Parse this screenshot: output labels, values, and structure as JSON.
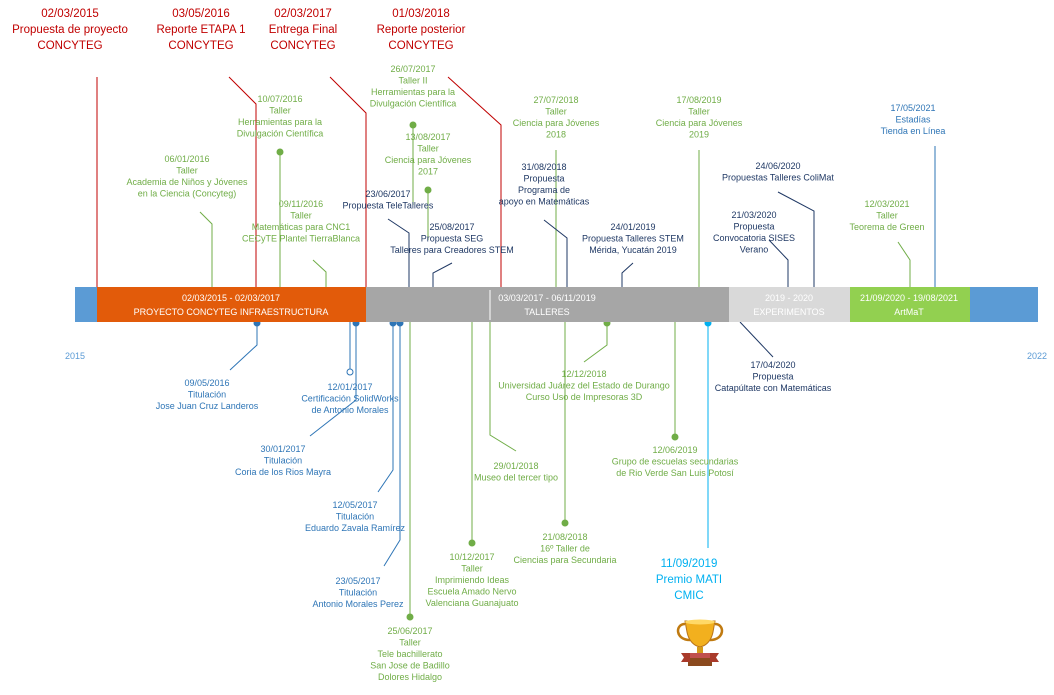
{
  "colors": {
    "red": "#c00000",
    "green": "#70ad47",
    "blue": "#2e75b6",
    "navy": "#1f3864",
    "cyan": "#00b0f0",
    "bar_base": "#5b9bd5",
    "orange": "#e25b0a",
    "gray": "#a6a6a6",
    "light_gray": "#d9d9d9",
    "bright_green": "#92d050"
  },
  "axis": {
    "start_label": "2015",
    "end_label": "2022"
  },
  "segments": [
    {
      "id": "concyteg",
      "dates": "02/03/2015 - 02/03/2017",
      "name": "PROYECTO CONCYTEG INFRAESTRUCTURA"
    },
    {
      "id": "talleres",
      "dates": "03/03/2017 - 06/11/2019",
      "name": "TALLERES"
    },
    {
      "id": "experimentos",
      "dates": "2019 - 2020",
      "name": "EXPERIMENTOS"
    },
    {
      "id": "artmat",
      "dates": "21/09/2020 - 19/08/2021",
      "name": "ArtMaT"
    }
  ],
  "events": [
    {
      "id": "ev-propuesta-concyteg",
      "lines": [
        "02/03/2015",
        "Propuesta de proyecto",
        "CONCYTEG"
      ]
    },
    {
      "id": "ev-reporte-etapa1",
      "lines": [
        "03/05/2016",
        "Reporte ETAPA 1",
        "CONCYTEG"
      ]
    },
    {
      "id": "ev-entrega-final",
      "lines": [
        "02/03/2017",
        "Entrega Final",
        "CONCYTEG"
      ]
    },
    {
      "id": "ev-reporte-posterior",
      "lines": [
        "01/03/2018",
        "Reporte posterior",
        "CONCYTEG"
      ]
    },
    {
      "id": "ev-taller-herramientas-2017",
      "lines": [
        "26/07/2017",
        "Taller II",
        "Herramientas para la",
        "Divulgación Científica"
      ]
    },
    {
      "id": "ev-taller-herramientas-2016",
      "lines": [
        "10/07/2016",
        "Taller",
        "Herramientas para la",
        "Divulgación Científica"
      ]
    },
    {
      "id": "ev-taller-academia",
      "lines": [
        "06/01/2016",
        "Taller",
        "Academia de Niños y Jóvenes",
        "en la Ciencia (Concyteg)"
      ]
    },
    {
      "id": "ev-taller-ciencia-2017",
      "lines": [
        "13/08/2017",
        "Taller",
        "Ciencia para Jóvenes",
        "2017"
      ]
    },
    {
      "id": "ev-taller-matematicas-cnc1",
      "lines": [
        "09/11/2016",
        "Taller",
        "Matemáticas para CNC1",
        "CECyTE Plantel TierraBlanca"
      ]
    },
    {
      "id": "ev-propuesta-teletalleres",
      "lines": [
        "23/06/2017",
        "Propuesta TeleTalleres"
      ]
    },
    {
      "id": "ev-propuesta-seg",
      "lines": [
        "25/08/2017",
        "Propuesta SEG",
        "Talleres para Creadores STEM"
      ]
    },
    {
      "id": "ev-taller-ciencia-2018",
      "lines": [
        "27/07/2018",
        "Taller",
        "Ciencia para Jóvenes",
        "2018"
      ]
    },
    {
      "id": "ev-propuesta-programa",
      "lines": [
        "31/08/2018",
        "Propuesta",
        "Programa de",
        "apoyo en Matemáticas"
      ]
    },
    {
      "id": "ev-propuesta-stem-merida",
      "lines": [
        "24/01/2019",
        "Propuesta Talleres STEM",
        "Mérida, Yucatán 2019"
      ]
    },
    {
      "id": "ev-taller-ciencia-2019",
      "lines": [
        "17/08/2019",
        "Taller",
        "Ciencia para Jóvenes",
        "2019"
      ]
    },
    {
      "id": "ev-propuesta-colimat",
      "lines": [
        "24/06/2020",
        "Propuestas Talleres ColiMat"
      ]
    },
    {
      "id": "ev-propuesta-sises",
      "lines": [
        "21/03/2020",
        "Propuesta",
        "Convocatoria SISES",
        "Verano"
      ]
    },
    {
      "id": "ev-estadias",
      "lines": [
        "17/05/2021",
        "Estadías",
        "Tienda en Línea"
      ]
    },
    {
      "id": "ev-taller-green",
      "lines": [
        "12/03/2021",
        "Taller",
        "Teorema de Green"
      ]
    },
    {
      "id": "ev-titulacion-landeros",
      "lines": [
        "09/05/2016",
        "Titulación",
        "Jose Juan Cruz Landeros"
      ]
    },
    {
      "id": "ev-certificacion-solidworks",
      "lines": [
        "12/01/2017",
        "Certificación SolidWorks",
        "de Antonio Morales"
      ]
    },
    {
      "id": "ev-titulacion-coria",
      "lines": [
        "30/01/2017",
        "Titulación",
        "Coria de los Rios Mayra"
      ]
    },
    {
      "id": "ev-titulacion-zavala",
      "lines": [
        "12/05/2017",
        "Titulación",
        "Eduardo Zavala Ramírez"
      ]
    },
    {
      "id": "ev-titulacion-morales",
      "lines": [
        "23/05/2017",
        "Titulación",
        "Antonio Morales Perez"
      ]
    },
    {
      "id": "ev-taller-tele-bachillerato",
      "lines": [
        "25/06/2017",
        "Taller",
        "Tele bachillerato",
        "San Jose de Badillo",
        "Dolores Hidalgo"
      ]
    },
    {
      "id": "ev-taller-imprimiendo",
      "lines": [
        "10/12/2017",
        "Taller",
        "Imprimiendo Ideas",
        "Escuela Amado Nervo",
        "Valenciana Guanajuato"
      ]
    },
    {
      "id": "ev-museo",
      "lines": [
        "29/01/2018",
        "Museo del tercer tipo"
      ]
    },
    {
      "id": "ev-taller-secundaria",
      "lines": [
        "21/08/2018",
        "16º Taller de",
        "Ciencias para Secundaria"
      ]
    },
    {
      "id": "ev-curso-impresoras",
      "lines": [
        "12/12/2018",
        "Universidad Juárez del Estado de Durango",
        "Curso Uso de Impresoras 3D"
      ]
    },
    {
      "id": "ev-grupo-rio-verde",
      "lines": [
        "12/06/2019",
        "Grupo de escuelas secundarias",
        "de Rio Verde San Luis Potosí"
      ]
    },
    {
      "id": "ev-propuesta-catapultate",
      "lines": [
        "17/04/2020",
        "Propuesta",
        "Catapúltate con Matemáticas"
      ]
    },
    {
      "id": "ev-premio-mati",
      "lines": [
        "11/09/2019",
        "Premio MATI",
        "CMIC"
      ]
    }
  ],
  "icons": {
    "award": "trophy-icon"
  }
}
